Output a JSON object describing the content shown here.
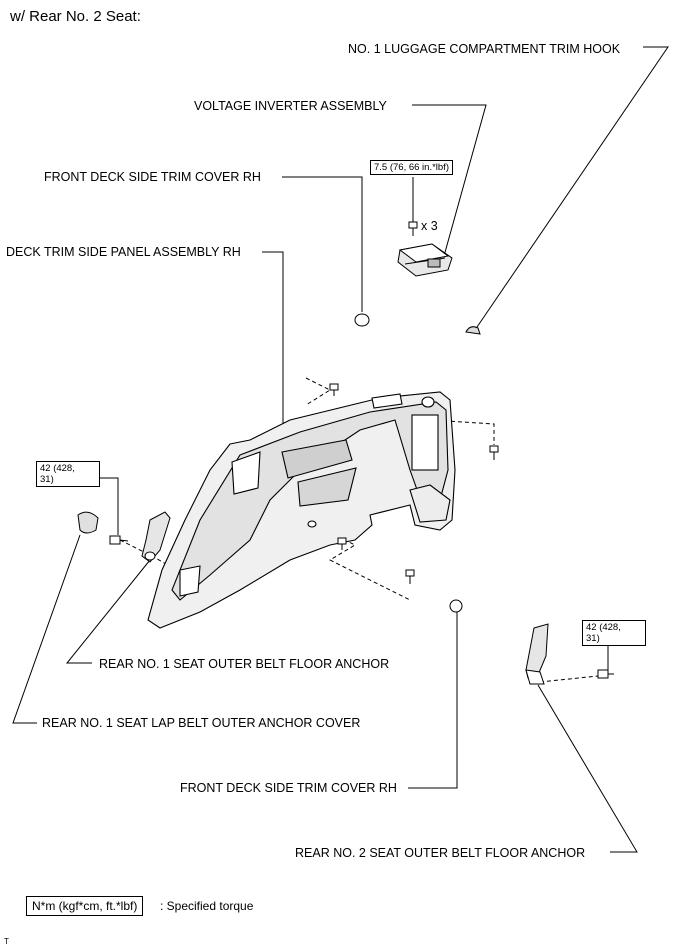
{
  "header": {
    "title": "w/ Rear No. 2 Seat:"
  },
  "labels": {
    "luggage_hook": "NO. 1 LUGGAGE COMPARTMENT TRIM HOOK",
    "voltage_inverter": "VOLTAGE INVERTER ASSEMBLY",
    "front_deck_cover_top": "FRONT DECK SIDE TRIM COVER RH",
    "deck_trim_panel": "DECK TRIM SIDE PANEL ASSEMBLY RH",
    "rear_no1_belt_anchor": "REAR NO. 1 SEAT OUTER BELT FLOOR ANCHOR",
    "rear_no1_lap_cover": "REAR NO. 1 SEAT LAP BELT OUTER ANCHOR COVER",
    "front_deck_cover_bottom": "FRONT DECK SIDE TRIM COVER RH",
    "rear_no2_belt_anchor": "REAR NO. 2 SEAT OUTER BELT FLOOR ANCHOR"
  },
  "torque_specs": {
    "inverter_screw": "7.5 (76, 66 in.*lbf)",
    "inverter_qty": "x 3",
    "rear_no1_bolt_line1": "42 (428,",
    "rear_no1_bolt_line2": "31)",
    "rear_no2_bolt_line1": "42 (428,",
    "rear_no2_bolt_line2": "31)"
  },
  "legend": {
    "unit_box": "N*m (kgf*cm, ft.*lbf)",
    "description": ": Specified torque"
  },
  "footer": {
    "mark": "T"
  }
}
